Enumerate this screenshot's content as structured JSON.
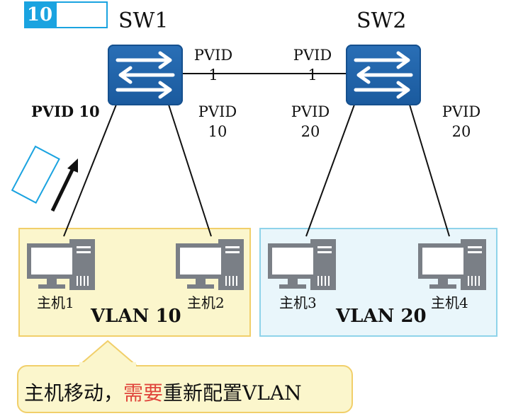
{
  "frame_tag": {
    "number": "10"
  },
  "switches": [
    {
      "name": "SW1"
    },
    {
      "name": "SW2"
    }
  ],
  "trunk": {
    "sw1_port": {
      "line1": "PVID",
      "line2": "1"
    },
    "sw2_port": {
      "line1": "PVID",
      "line2": "1"
    }
  },
  "ports": {
    "sw1_left": "PVID 10",
    "sw1_right": {
      "line1": "PVID",
      "line2": "10"
    },
    "sw2_left": {
      "line1": "PVID",
      "line2": "20"
    },
    "sw2_right": {
      "line1": "PVID",
      "line2": "20"
    }
  },
  "hosts": [
    {
      "label": "主机1"
    },
    {
      "label": "主机2"
    },
    {
      "label": "主机3"
    },
    {
      "label": "主机4"
    }
  ],
  "vlans": [
    {
      "label": "VLAN 10",
      "fill": "#fbf6cc",
      "border": "#f1cf6a"
    },
    {
      "label": "VLAN 20",
      "fill": "#e9f6fb",
      "border": "#8fd3ea"
    }
  ],
  "callout": {
    "before": "主机移动，",
    "highlight": "需要",
    "after": "重新配置VLAN",
    "highlight_color": "#e0453c",
    "fill": "#fbf6cc",
    "border": "#f1cf6a"
  },
  "colors": {
    "switch_blue": "#1f63ad",
    "tag_blue": "#1aa3e0",
    "host_gray": "#7a7f86"
  }
}
